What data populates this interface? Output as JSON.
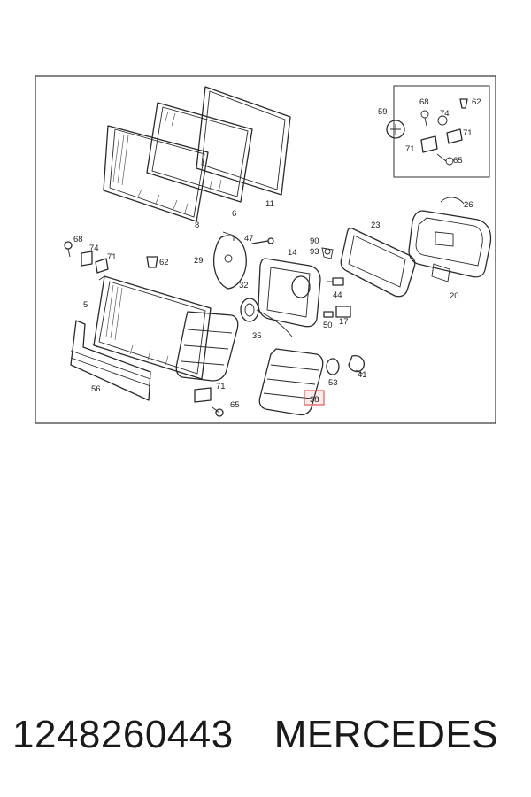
{
  "diagram": {
    "part_labels": {
      "p8": "8",
      "p6": "6",
      "p11": "11",
      "p59": "59",
      "p68a": "68",
      "p74a": "74",
      "p62a": "62",
      "p71a": "71",
      "p71b": "71",
      "p65a": "65",
      "p26": "26",
      "p23": "23",
      "p20": "20",
      "p68b": "68",
      "p74b": "74",
      "p71c": "71",
      "p62b": "62",
      "p5": "5",
      "p29": "29",
      "p47": "47",
      "p32": "32",
      "p90": "90",
      "p93": "93",
      "p14": "14",
      "p44": "44",
      "p35": "35",
      "p50": "50",
      "p17": "17",
      "p56": "56",
      "p71d": "71",
      "p65b": "65",
      "p53": "53",
      "p41": "41",
      "p38": "38"
    },
    "highlight_color": "#e05a5a"
  },
  "caption": {
    "part_number": "1248260443",
    "brand": "MERCEDES"
  }
}
